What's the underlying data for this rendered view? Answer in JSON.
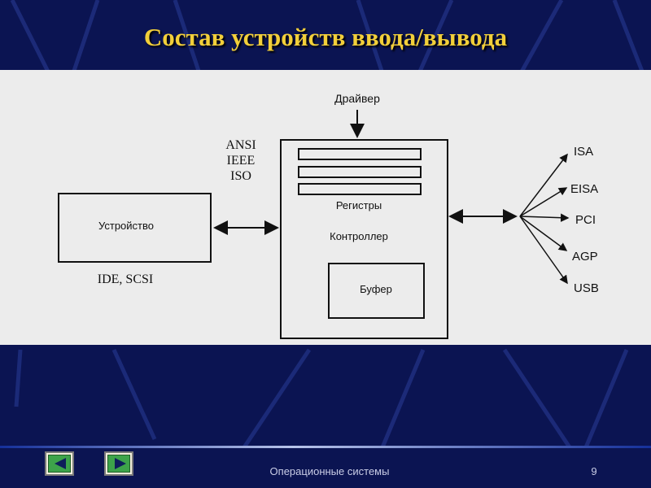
{
  "slide": {
    "title": "Состав  устройств ввода/вывода",
    "footer": "Операционные системы",
    "page_number": "9"
  },
  "diagram": {
    "driver": "Драйвер",
    "standards": [
      "ANSI",
      "IEEE",
      "ISO"
    ],
    "device": "Устройство",
    "device_interfaces": "IDE, SCSI",
    "registers": "Регистры",
    "controller": "Контроллер",
    "buffer": "Буфер",
    "buses": [
      "ISA",
      "EISA",
      "PCI",
      "AGP",
      "USB"
    ]
  },
  "colors": {
    "background": "#0b1452",
    "title": "#f2cf3a",
    "nav_button": "#3da34a"
  },
  "nav": {
    "prev_icon": "triangle-left-icon",
    "next_icon": "triangle-right-icon"
  }
}
